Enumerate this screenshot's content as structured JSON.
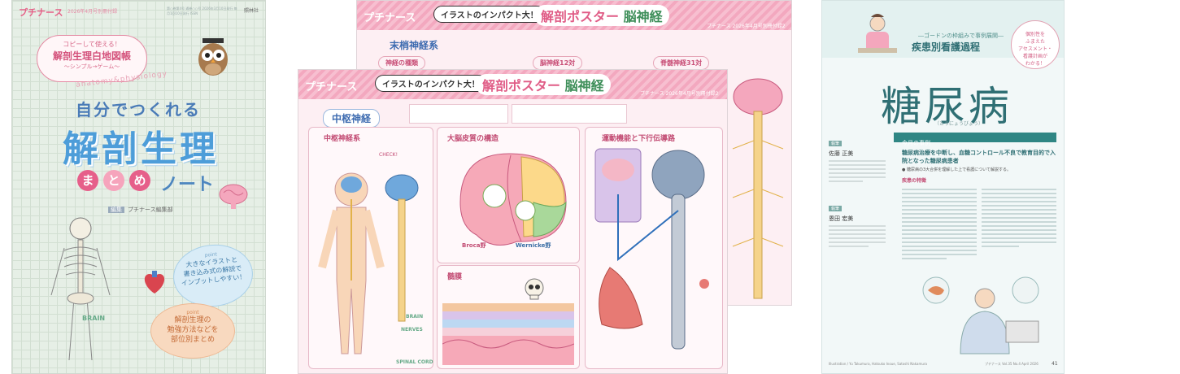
{
  "cover": {
    "brand": "プチナース",
    "issue": "2026年4月号別冊付録",
    "fine_print": "第○巻第4号 通巻○○号 2026年3月10日発行 毎月1回10日発行 ISSN",
    "publisher": "照林社",
    "pill_line1": "コピーして使える！",
    "pill_line2": "解剖生理白地図帳",
    "pill_line3": "〜シンプル→ゲーム〜",
    "arc_text": "anatomy&physiology",
    "subtitle": "自分でつくれる",
    "title": "解剖生理",
    "mtm": [
      "ま",
      "と",
      "め"
    ],
    "note": "ノート",
    "editor_label": "編集",
    "editor": "プチナース編集部",
    "bubble1_point": "point",
    "bubble1_text": [
      "大きなイラストと",
      "書き込み式の解説で",
      "インプットしやすい！"
    ],
    "bubble2_point": "point",
    "bubble2_text": [
      "解剖生理の",
      "勉強方法などを",
      "部位別まとめ"
    ],
    "brain_label": "BRAIN"
  },
  "poster_back": {
    "brand": "プチナース",
    "bubble": "イラストのインパクト大！",
    "title_main": "解剖ポスター",
    "title_accent": "脳神経",
    "issue": "プチナース 2026年4月号別冊付録2",
    "section": "末梢神経系",
    "chips": [
      "神経の種類",
      "脳神経12対",
      "脊髄神経31対"
    ]
  },
  "poster_front": {
    "brand": "プチナース",
    "bubble": "イラストのインパクト大！",
    "title_main": "解剖ポスター",
    "title_accent": "脳神経",
    "issue": "プチナース 2026年4月号別冊付録2",
    "section": "中枢神経",
    "boxes": [
      {
        "title": "中枢神経系"
      },
      {
        "title": "大脳皮質の構造"
      },
      {
        "title": "運動機能と下行伝導路"
      },
      {
        "title": "髄膜"
      }
    ],
    "labels": {
      "check": "CHECK!",
      "broca": "Broca野",
      "wernicke": "Wernicke野",
      "spinal": "SPINAL CORD",
      "brain": "BRAIN",
      "nerves": "NERVES"
    }
  },
  "mag": {
    "kicker": "―ゴードンの枠組みで事例展開―",
    "head": "疾患別看護過程",
    "side_note": [
      "個別性を",
      "ふまえた",
      "アセスメント・",
      "看護計画が",
      "わかる！"
    ],
    "big_title": "糖尿病",
    "kana": "（とうにょうびょう）",
    "bar": "今月の事例",
    "case_title": "糖尿病治療を中断し、血糖コントロール不良で教育目的で入院となった糖尿病患者",
    "case_sub": "● 糖尿病の3大合併を理解した上で看護について解説する。",
    "feature_label": "疾患の特徴",
    "author1": "佐藤 正美",
    "author2": "恩田 宏美",
    "author_tag": "執筆",
    "credit": "Illustration / Yu Takumura, Hatsuko Inoue, Satoshi Nakamura",
    "footer": "プチナース Vol.35 No.4 April 2026",
    "page": "41"
  },
  "colors": {
    "pink": "#e55f86",
    "blue": "#4d9dd9",
    "teal": "#2f6f74",
    "green": "#3f8f5a"
  }
}
